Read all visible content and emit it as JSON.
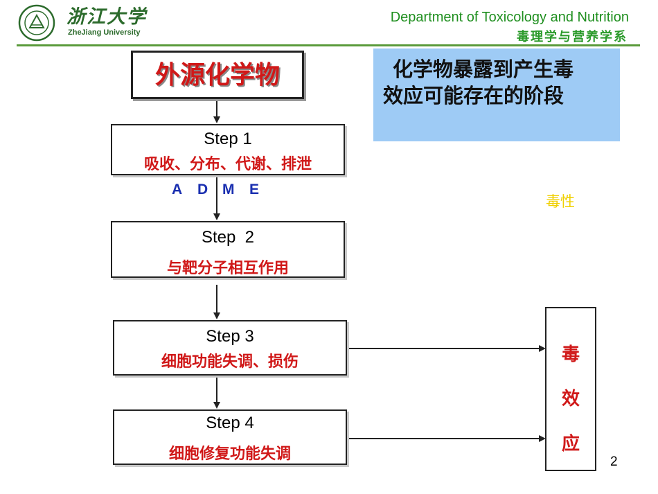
{
  "header": {
    "logo_cn": "浙江大学",
    "logo_en": "ZheJiang University",
    "department_en": "Department of Toxicology and Nutrition",
    "department_cn": "毒理学与营养学系",
    "brand_color": "#2c6b2c"
  },
  "flow": {
    "title": "外源化学物",
    "steps": [
      {
        "label": "Step 1",
        "desc": "吸收、分布、代谢、排泄"
      },
      {
        "label": "Step  2",
        "desc": "与靶分子相互作用"
      },
      {
        "label": "Step 3",
        "desc": "细胞功能失调、损伤"
      },
      {
        "label": "Step 4",
        "desc": "细胞修复功能失调"
      }
    ],
    "adme": [
      "A",
      "D",
      "M",
      "E"
    ]
  },
  "info_box": {
    "line1": "化学物暴露到产生毒",
    "line2": "效应可能存在的阶段"
  },
  "toxicity_label": "毒性",
  "effect": {
    "chars": [
      "毒",
      "效",
      "应"
    ]
  },
  "page_number": "2",
  "colors": {
    "accent_red": "#d01818",
    "adme_blue": "#1a2fb0",
    "info_bg": "#9ecbf5",
    "toxicity_yellow": "#f0d000"
  }
}
